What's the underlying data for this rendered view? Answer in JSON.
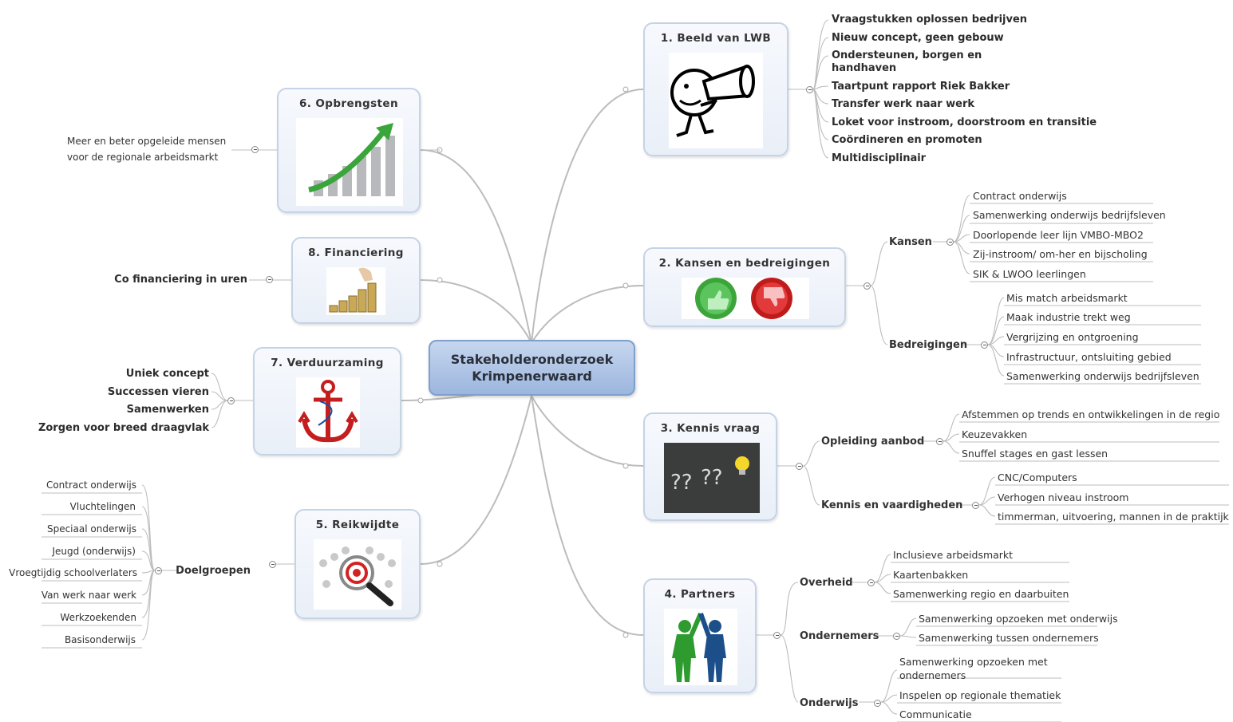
{
  "central": {
    "line1": "Stakeholderonderzoek",
    "line2": "Krimpenerwaard"
  },
  "topics": {
    "t1": {
      "title": "1. Beeld van LWB",
      "icon": "telescope-man-icon",
      "leaves": [
        "Vraagstukken oplossen bedrijven",
        "Nieuw concept, geen gebouw",
        "Ondersteunen, borgen en",
        "handhaven",
        "Taartpunt rapport Riek Bakker",
        "Transfer werk naar werk",
        "Loket voor instroom, doorstroom en transitie",
        "Coördineren en promoten",
        "Multidisciplinair"
      ]
    },
    "t2": {
      "title": "2. Kansen en bedreigingen",
      "icon": "thumbs-up-down-icon",
      "kansen": {
        "label": "Kansen",
        "items": [
          "Contract onderwijs",
          "Samenwerking onderwijs bedrijfsleven",
          "Doorlopende leer lijn VMBO-MBO2",
          "Zij-instroom/ om-her en bijscholing",
          "SIK & LWOO leerlingen"
        ]
      },
      "bedreigingen": {
        "label": "Bedreigingen",
        "items": [
          "Mis match arbeidsmarkt",
          "Maak industrie trekt weg",
          "Vergrijzing en ontgroening",
          "Infrastructuur, ontsluiting gebied",
          "Samenwerking onderwijs bedrijfsleven"
        ]
      }
    },
    "t3": {
      "title": "3. Kennis vraag",
      "icon": "question-lightbulb-icon",
      "opleiding": {
        "label": "Opleiding aanbod",
        "items": [
          "Afstemmen op trends en ontwikkelingen in de regio",
          "Keuzevakken",
          "Snuffel stages en gast lessen"
        ]
      },
      "kennis": {
        "label": "Kennis en vaardigheden",
        "items": [
          "CNC/Computers",
          "Verhogen niveau instroom",
          "timmerman, uitvoering, mannen in de praktijk"
        ]
      }
    },
    "t4": {
      "title": "4. Partners",
      "icon": "high-five-icon",
      "overheid": {
        "label": "Overheid",
        "items": [
          "Inclusieve arbeidsmarkt",
          "Kaartenbakken",
          "Samenwerking regio en daarbuiten"
        ]
      },
      "ondernemers": {
        "label": "Ondernemers",
        "items": [
          "Samenwerking opzoeken met onderwijs",
          "Samenwerking tussen ondernemers"
        ]
      },
      "onderwijs": {
        "label": "Onderwijs",
        "items": [
          "Samenwerking opzoeken met",
          "ondernemers",
          "Inspelen op regionale thematiek",
          "Communicatie"
        ]
      }
    },
    "t5": {
      "title": "5. Reikwijdte",
      "icon": "magnifier-target-icon",
      "doelgroepen": {
        "label": "Doelgroepen",
        "items": [
          "Contract onderwijs",
          "Vluchtelingen",
          "Speciaal onderwijs",
          "Jeugd (onderwijs)",
          "Vroegtijdig schoolverlaters",
          "Van werk naar werk",
          "Werkzoekenden",
          "Basisonderwijs"
        ]
      }
    },
    "t6": {
      "title": "6. Opbrengsten",
      "icon": "growth-chart-icon",
      "leaves": [
        "Meer en beter opgeleide mensen",
        "voor de regionale arbeidsmarkt"
      ]
    },
    "t7": {
      "title": "7. Verduurzaming",
      "icon": "anchor-icon",
      "leaves": [
        "Uniek concept",
        "Successen vieren",
        "Samenwerken",
        "Zorgen voor breed draagvlak"
      ]
    },
    "t8": {
      "title": "8. Financiering",
      "icon": "coins-stack-icon",
      "leaves": [
        "Co financiering in uren"
      ]
    }
  },
  "colors": {
    "topic_border": "#c5d3e6",
    "central_fill": "#aec3e4",
    "connector": "#bcbcbc"
  }
}
